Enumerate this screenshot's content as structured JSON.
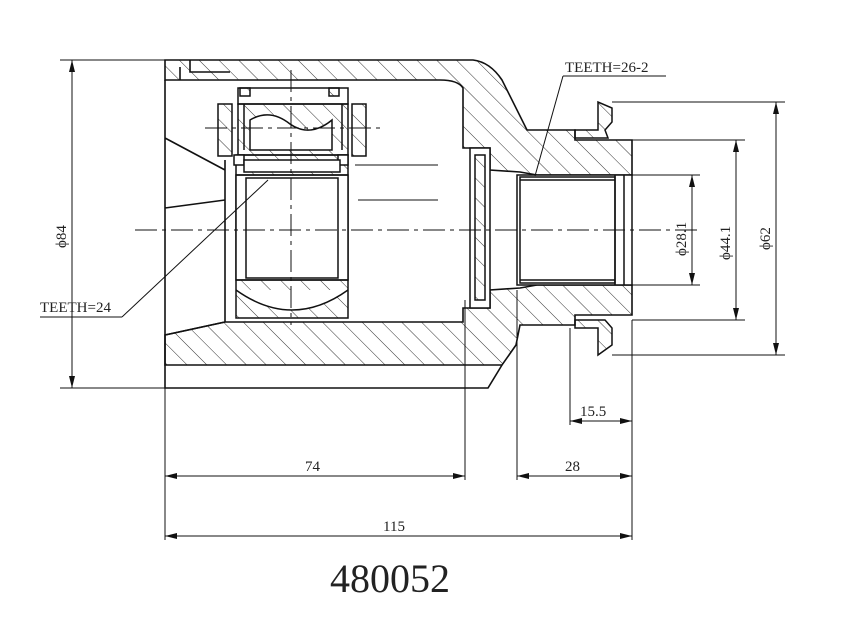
{
  "annotations": {
    "teeth_outer": "TEETH=26-2",
    "teeth_inner": "TEETH=24"
  },
  "dimensions": {
    "dia_84": "ϕ84",
    "dia_28_1": "ϕ28.1",
    "dia_44_1": "ϕ44.1",
    "dia_62": "ϕ62",
    "len_15_5": "15.5",
    "len_74": "74",
    "len_28": "28",
    "len_115": "115"
  },
  "part_number": "480052"
}
